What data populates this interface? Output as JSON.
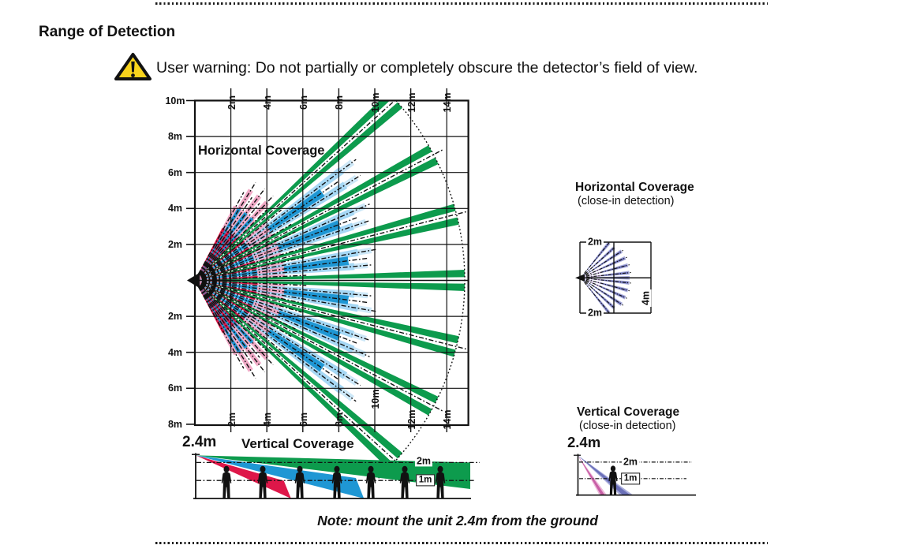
{
  "page": {
    "heading": "Range of Detection",
    "warning": "User warning: Do not partially or completely obscure the detector’s field of view.",
    "note": "Note: mount the unit 2.4m from the ground"
  },
  "colors": {
    "green": "#0D9B4D",
    "blue": "#1F97D4",
    "light_blue": "#A6D8F5",
    "light_blue_tip": "#CDE8F8",
    "red": "#DE1749",
    "pink": "#F2ABC8",
    "purple": "#6B70B8",
    "purple_light": "#A9ACDC",
    "magenta": "#C75FA6",
    "magenta_light": "#EDB9D9",
    "warning_yellow": "#F8D31C",
    "ink": "#111111"
  },
  "horizontal_coverage": {
    "title": "Horizontal Coverage",
    "range_m": 15,
    "x_axis_values_m": [
      2,
      4,
      6,
      8,
      10,
      12,
      14
    ],
    "x_axis_labels": [
      "2m",
      "4m",
      "6m",
      "8m",
      "10m",
      "12m",
      "14m"
    ],
    "y_axis_values_up_m": [
      2,
      4,
      6,
      8,
      10
    ],
    "y_axis_labels_up": [
      "2m",
      "4m",
      "6m",
      "8m",
      "10m"
    ],
    "y_axis_values_down_m": [
      2,
      4,
      6,
      8
    ],
    "y_axis_labels_down": [
      "2m",
      "4m",
      "6m",
      "8m"
    ],
    "rays": [
      {
        "deg": 0,
        "type": "long"
      },
      {
        "deg": 2.6,
        "type": "red"
      },
      {
        "deg": -2.6,
        "type": "red"
      },
      {
        "deg": 5,
        "type": "lightblue",
        "len": 8.9
      },
      {
        "deg": -5,
        "type": "lightblue",
        "len": 8.9
      },
      {
        "deg": 7.3,
        "type": "blue"
      },
      {
        "deg": -7.3,
        "type": "blue"
      },
      {
        "deg": 9.7,
        "type": "lightblue",
        "len": 9.2
      },
      {
        "deg": -9.7,
        "type": "lightblue",
        "len": 9.2
      },
      {
        "deg": 11.9,
        "type": "red"
      },
      {
        "deg": -11.9,
        "type": "red"
      },
      {
        "deg": 14.2,
        "type": "long"
      },
      {
        "deg": -14.2,
        "type": "long"
      },
      {
        "deg": 16.6,
        "type": "red"
      },
      {
        "deg": -16.6,
        "type": "red"
      },
      {
        "deg": 18.9,
        "type": "lightblue",
        "len": 9.3
      },
      {
        "deg": -18.9,
        "type": "lightblue",
        "len": 9.3
      },
      {
        "deg": 21.2,
        "type": "blue"
      },
      {
        "deg": -21.2,
        "type": "blue"
      },
      {
        "deg": 23.6,
        "type": "lightblue",
        "len": 9.6
      },
      {
        "deg": -23.6,
        "type": "lightblue",
        "len": 9.6
      },
      {
        "deg": 25.8,
        "type": "red"
      },
      {
        "deg": -25.8,
        "type": "red"
      },
      {
        "deg": 27.8,
        "type": "long"
      },
      {
        "deg": -27.8,
        "type": "long"
      },
      {
        "deg": 30.2,
        "type": "red"
      },
      {
        "deg": -30.2,
        "type": "red"
      },
      {
        "deg": 32.4,
        "type": "lightblue",
        "len": 9.9
      },
      {
        "deg": -32.4,
        "type": "lightblue",
        "len": 9.9
      },
      {
        "deg": 34.6,
        "type": "blue"
      },
      {
        "deg": -34.6,
        "type": "blue"
      },
      {
        "deg": 36.9,
        "type": "lightblue",
        "len": 10.2
      },
      {
        "deg": -36.9,
        "type": "lightblue",
        "len": 10.2
      },
      {
        "deg": 39.2,
        "type": "red"
      },
      {
        "deg": -39.2,
        "type": "red"
      },
      {
        "deg": 42,
        "type": "long"
      },
      {
        "deg": -42,
        "type": "long"
      },
      {
        "deg": 44.5,
        "type": "redshort"
      },
      {
        "deg": -44.5,
        "type": "redshort"
      },
      {
        "deg": 47.2,
        "type": "blueshort"
      },
      {
        "deg": -47.2,
        "type": "blueshort"
      },
      {
        "deg": 50,
        "type": "redshort"
      },
      {
        "deg": -50,
        "type": "redshort"
      },
      {
        "deg": 52.7,
        "type": "blueshort"
      },
      {
        "deg": -52.7,
        "type": "blueshort"
      },
      {
        "deg": 55.5,
        "type": "redshort"
      },
      {
        "deg": -55.5,
        "type": "redshort"
      },
      {
        "deg": 58.2,
        "type": "blueshort"
      },
      {
        "deg": -58.2,
        "type": "blueshort"
      },
      {
        "deg": 61,
        "type": "redshort"
      },
      {
        "deg": -61,
        "type": "redshort"
      }
    ]
  },
  "vertical_coverage": {
    "title": "Vertical Coverage",
    "mount_height_label": "2.4m",
    "line_labels": [
      "2m",
      "1m"
    ],
    "figures_count": 7,
    "beams": [
      {
        "name": "long-range",
        "color": "green",
        "reach_m": 15
      },
      {
        "name": "mid-range",
        "color": "blue",
        "ground_hit_m": 9.3
      },
      {
        "name": "short-range",
        "color": "red",
        "ground_hit_m": 5.3
      }
    ]
  },
  "close_in_horizontal": {
    "title": "Horizontal Coverage",
    "subtitle": "(close-in detection)",
    "top_label": "2m",
    "bottom_label": "2m",
    "right_label": "4m",
    "range_m": 3,
    "ray_degs": [
      0,
      6,
      15,
      24,
      33,
      42,
      51,
      -6,
      -15,
      -24,
      -33,
      -42,
      -51
    ]
  },
  "close_in_vertical": {
    "title": "Vertical Coverage",
    "subtitle": "(close-in detection)",
    "mount_height_label": "2.4m",
    "line_labels": [
      "2m",
      "1m"
    ]
  }
}
